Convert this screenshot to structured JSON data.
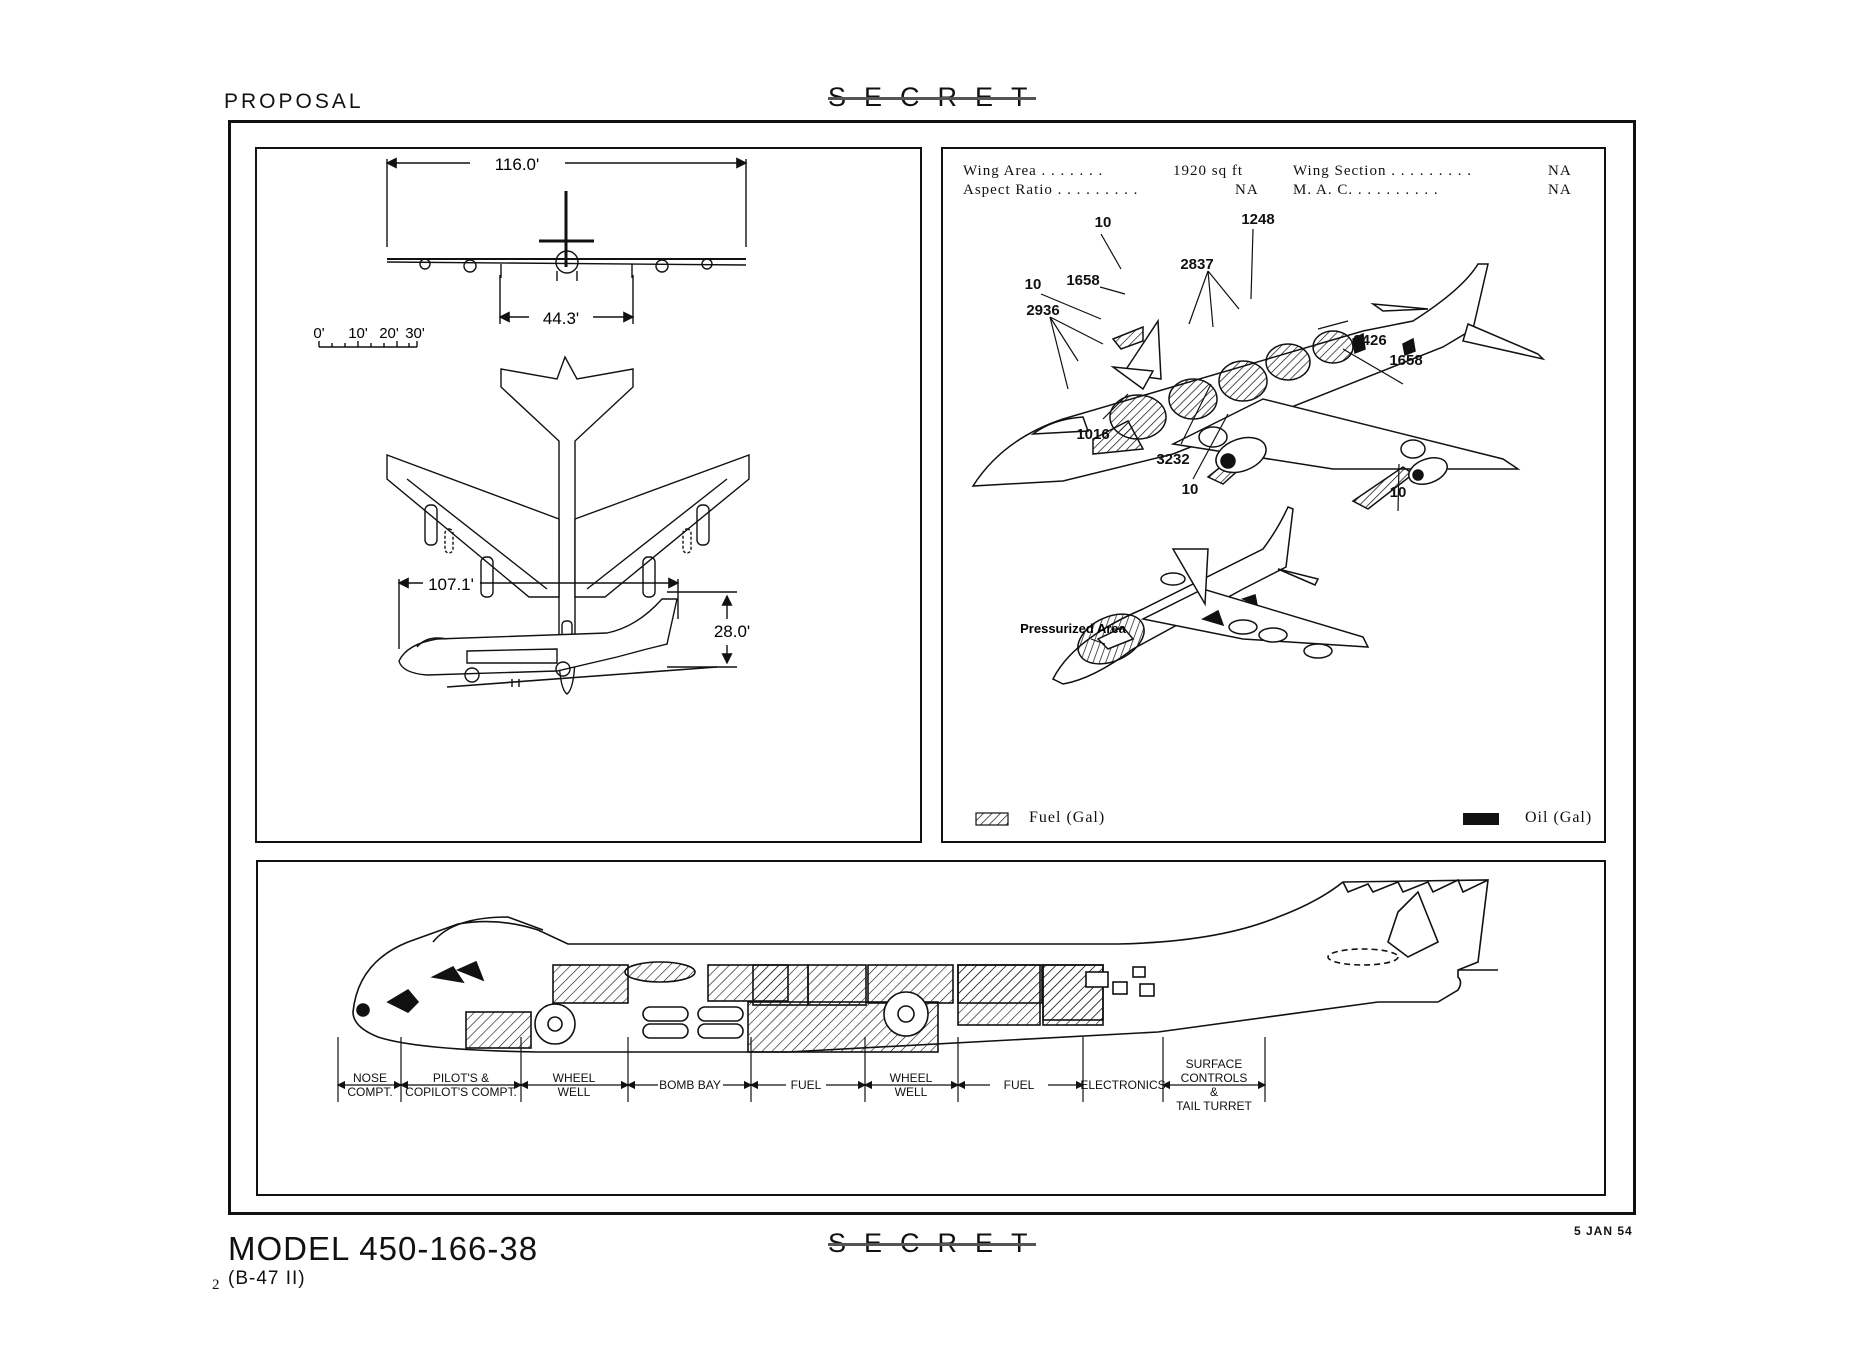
{
  "header": {
    "proposal": "PROPOSAL",
    "classification": "SECRET"
  },
  "footer": {
    "classification": "SECRET",
    "model": "MODEL 450-166-38",
    "model_sub": "(B-47 II)",
    "page_number": "2",
    "date": "5 JAN 54"
  },
  "three_view": {
    "span": "116.0'",
    "tread": "44.3'",
    "length": "107.1'",
    "height": "28.0'",
    "scale_labels": [
      "0'",
      "10'",
      "20'",
      "30'"
    ]
  },
  "specs": {
    "wing_area_label": "Wing Area . . . . . . .",
    "wing_area_value": "1920 sq ft",
    "aspect_ratio_label": "Aspect Ratio . . . . . . . . .",
    "aspect_ratio_value": "NA",
    "wing_section_label": "Wing Section . . . . . . . . .",
    "wing_section_value": "NA",
    "mac_label": "M. A. C. . . . . . . . . .",
    "mac_value": "NA"
  },
  "capacities": {
    "c10a": "10",
    "c1248": "1248",
    "c10b": "10",
    "c1658a": "1658",
    "c2837": "2837",
    "c2936": "2936",
    "c3426": "3426",
    "c1658b": "1658",
    "c1016": "1016",
    "c3232": "3232",
    "c10c": "10",
    "c10d": "10"
  },
  "pressurized_label": "Pressurized Area",
  "legend": {
    "fuel": "Fuel (Gal)",
    "oil": "Oil (Gal)"
  },
  "inboard": {
    "nose": [
      "NOSE",
      "COMPT."
    ],
    "pilot": [
      "PILOT'S &",
      "COPILOT'S COMPT."
    ],
    "wheel1": [
      "WHEEL",
      "WELL"
    ],
    "bomb_bay": "BOMB BAY",
    "fuel1": "FUEL",
    "wheel2": [
      "WHEEL",
      "WELL"
    ],
    "fuel2": "FUEL",
    "electronics": "ELECTRONICS",
    "tail": [
      "SURFACE",
      "CONTROLS",
      "&",
      "TAIL TURRET"
    ]
  }
}
